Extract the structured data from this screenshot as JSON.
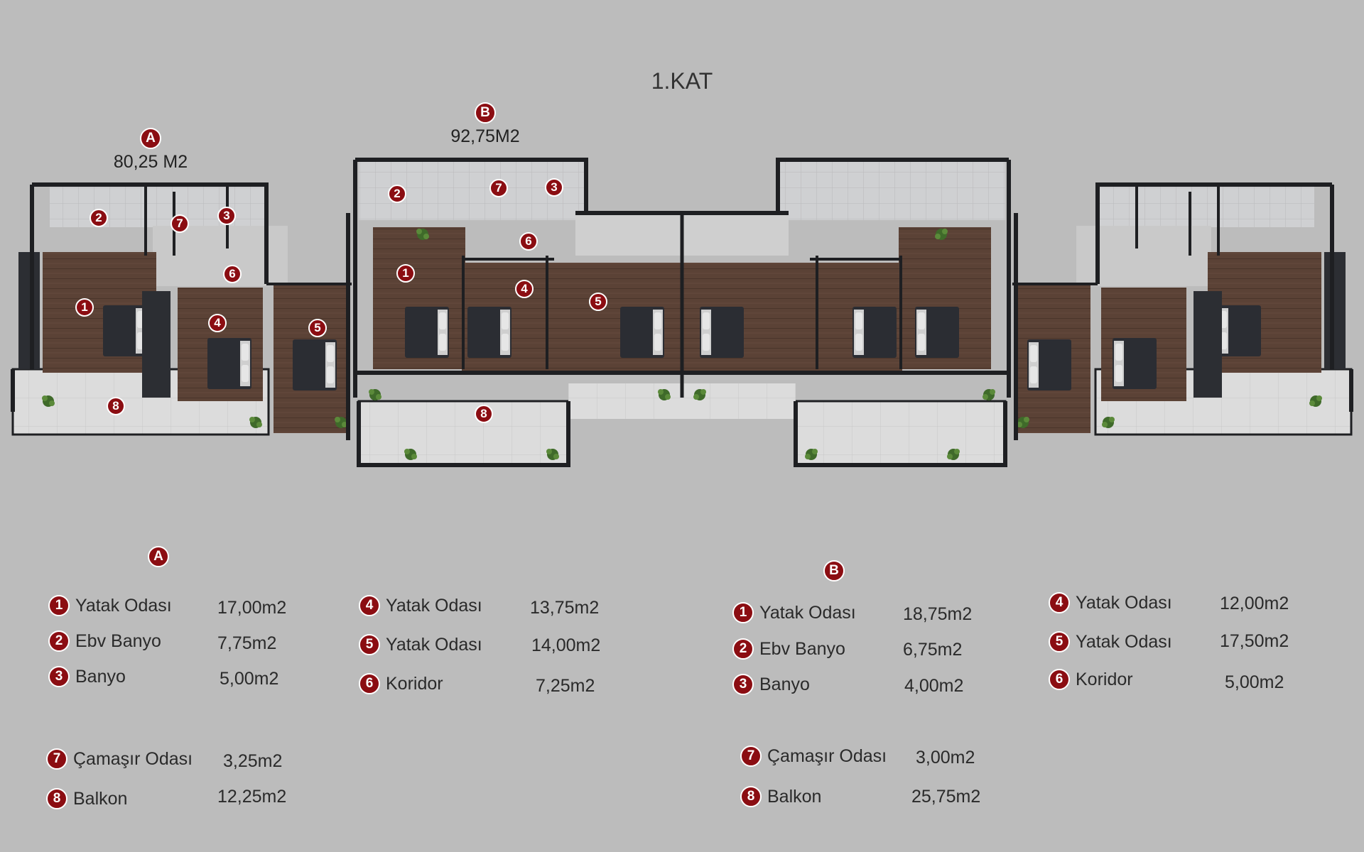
{
  "title": "1.KAT",
  "colors": {
    "badge": "#8b0d12",
    "background": "#bcbcbc",
    "floor": "#5a4136",
    "tile": "#d8d8d8",
    "wall": "#1e1f22"
  },
  "units": {
    "A": {
      "label": "A",
      "area": "80,25 M2"
    },
    "B": {
      "label": "B",
      "area": "92,75M2"
    }
  },
  "plan_labels": {
    "A": [
      "1",
      "2",
      "3",
      "4",
      "5",
      "6",
      "7",
      "8"
    ],
    "B": [
      "1",
      "2",
      "3",
      "4",
      "5",
      "6",
      "7",
      "8"
    ]
  },
  "legend": {
    "A": {
      "label": "A",
      "rooms": [
        {
          "num": "1",
          "name": "Yatak Odası",
          "area": "17,00m2"
        },
        {
          "num": "2",
          "name": "Ebv Banyo",
          "area": "7,75m2"
        },
        {
          "num": "3",
          "name": "Banyo",
          "area": "5,00m2"
        },
        {
          "num": "4",
          "name": "Yatak Odası",
          "area": "13,75m2"
        },
        {
          "num": "5",
          "name": "Yatak Odası",
          "area": "14,00m2"
        },
        {
          "num": "6",
          "name": "Koridor",
          "area": "7,25m2"
        },
        {
          "num": "7",
          "name": "Çamaşır Odası",
          "area": "3,25m2"
        },
        {
          "num": "8",
          "name": "Balkon",
          "area": "12,25m2"
        }
      ]
    },
    "B": {
      "label": "B",
      "rooms": [
        {
          "num": "1",
          "name": "Yatak Odası",
          "area": "18,75m2"
        },
        {
          "num": "2",
          "name": "Ebv Banyo",
          "area": "6,75m2"
        },
        {
          "num": "3",
          "name": "Banyo",
          "area": "4,00m2"
        },
        {
          "num": "4",
          "name": "Yatak Odası",
          "area": "12,00m2"
        },
        {
          "num": "5",
          "name": "Yatak Odası",
          "area": "17,50m2"
        },
        {
          "num": "6",
          "name": "Koridor",
          "area": "5,00m2"
        },
        {
          "num": "7",
          "name": "Çamaşır Odası",
          "area": "3,00m2"
        },
        {
          "num": "8",
          "name": "Balkon",
          "area": "25,75m2"
        }
      ]
    }
  }
}
